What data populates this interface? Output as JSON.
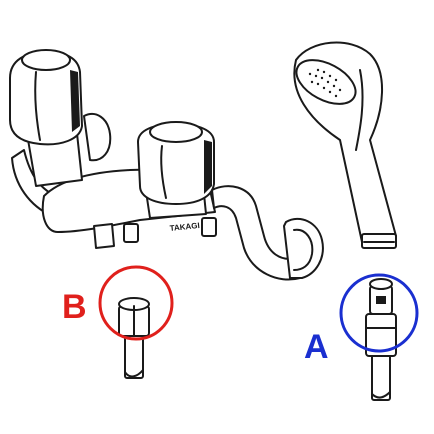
{
  "labels": {
    "a": "A",
    "b": "B",
    "brand": "TAKAGI"
  },
  "colors": {
    "line": "#1a1a1a",
    "label_a": "#1a2fd0",
    "label_b": "#e0201c",
    "background": "#ffffff"
  }
}
